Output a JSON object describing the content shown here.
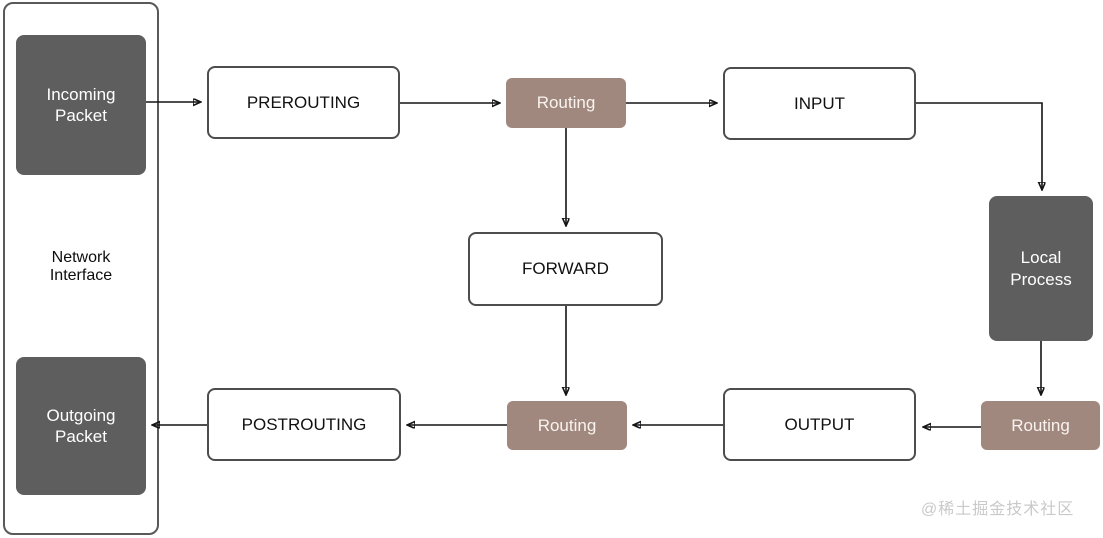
{
  "diagram": {
    "description": "iptables netfilter packet flow diagram",
    "watermark": "@稀土掘金技术社区",
    "colors": {
      "chain_box_border": "#4d4d4d",
      "routing_box_bg": "#a1887f",
      "dark_box_bg": "#5e5e5e",
      "arrow": "#141414",
      "watermark_text": "#c9c9c9"
    },
    "nodes": {
      "incoming_packet": "Incoming\nPacket",
      "network_interface": "Network\nInterface",
      "outgoing_packet": "Outgoing\nPacket",
      "prerouting": "PREROUTING",
      "routing_top": "Routing",
      "input": "INPUT",
      "forward": "FORWARD",
      "local_process": "Local\nProcess",
      "routing_bottom_right": "Routing",
      "output": "OUTPUT",
      "routing_bottom_mid": "Routing",
      "postrouting": "POSTROUTING"
    },
    "edges": [
      "incoming_packet -> prerouting",
      "prerouting -> routing_top",
      "routing_top -> input",
      "routing_top -> forward",
      "input -> local_process",
      "local_process -> routing_bottom_right",
      "forward -> routing_bottom_mid",
      "routing_bottom_right -> output",
      "output -> routing_bottom_mid",
      "routing_bottom_mid -> postrouting",
      "postrouting -> outgoing_packet"
    ]
  }
}
